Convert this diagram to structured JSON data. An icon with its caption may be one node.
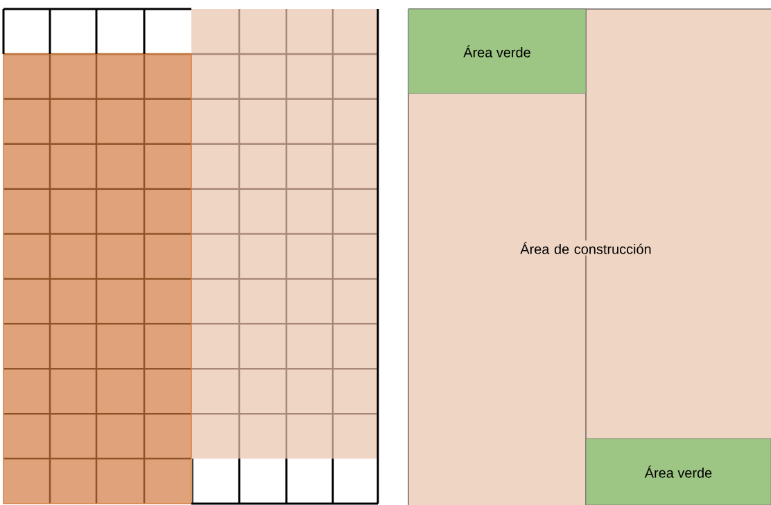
{
  "diagram": {
    "nodes": [
      {
        "text": [
          "Área verde"
        ]
      },
      {
        "text": [
          "Área de construcción"
        ]
      },
      {
        "text": [
          "Área verde"
        ]
      }
    ]
  }
}
